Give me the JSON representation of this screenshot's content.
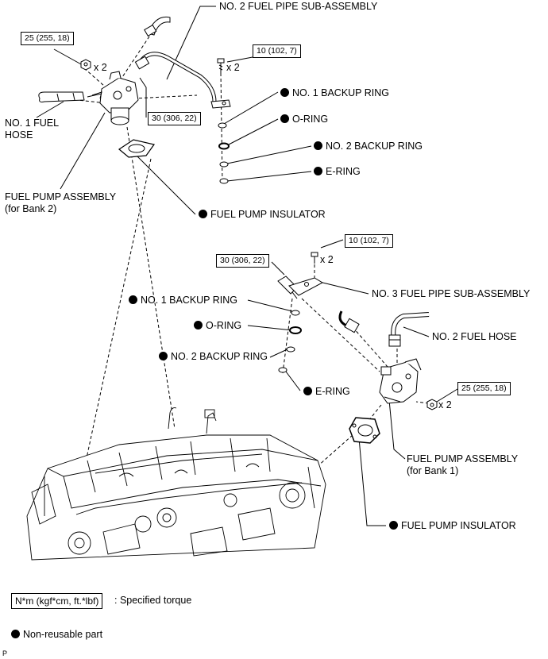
{
  "labels": {
    "no2_fuel_pipe": "NO. 2 FUEL PIPE SUB-ASSEMBLY",
    "no1_fuel_hose": "NO. 1 FUEL HOSE",
    "fuel_pump_bank2": "FUEL PUMP ASSEMBLY (for Bank 2)",
    "upper_no1_backup_ring": "NO. 1 BACKUP RING",
    "upper_o_ring": "O-RING",
    "upper_no2_backup_ring": "NO. 2 BACKUP RING",
    "upper_e_ring": "E-RING",
    "upper_fuel_pump_insulator": "FUEL PUMP INSULATOR",
    "no3_fuel_pipe": "NO. 3 FUEL PIPE SUB-ASSEMBLY",
    "lower_no1_backup_ring": "NO. 1 BACKUP RING",
    "lower_o_ring": "O-RING",
    "lower_no2_backup_ring": "NO. 2 BACKUP RING",
    "lower_e_ring": "E-RING",
    "no2_fuel_hose": "NO. 2 FUEL HOSE",
    "fuel_pump_bank1": "FUEL PUMP ASSEMBLY (for Bank 1)",
    "lower_fuel_pump_insulator": "FUEL PUMP INSULATOR"
  },
  "torques": {
    "upper_pump_nut": "25 (255, 18)",
    "upper_pipe_nut": "30 (306, 22)",
    "upper_pipe_bolt": "10 (102, 7)",
    "lower_pipe_bolt": "10 (102, 7)",
    "lower_pipe_nut": "30 (306, 22)",
    "lower_pump_nut": "25 (255, 18)"
  },
  "quantities": {
    "upper_pump_nut": "x 2",
    "upper_pipe_bolt": "x 2",
    "lower_pipe_bolt": "x 2",
    "lower_pump_nut": "x 2"
  },
  "legend": {
    "torque_box": "N*m (kgf*cm, ft.*lbf)",
    "torque_text": ": Specified torque",
    "nonreusable_text": "Non-reusable part"
  },
  "corner_tag": "P"
}
